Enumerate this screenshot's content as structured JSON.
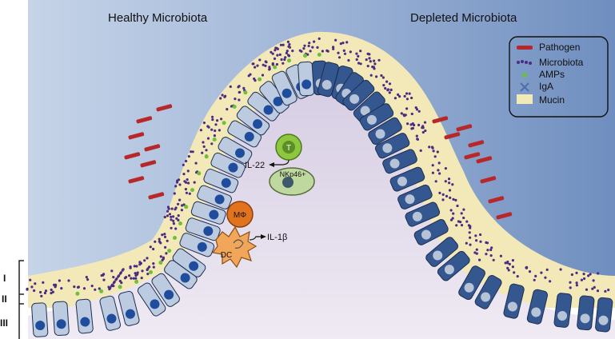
{
  "titles": {
    "left": "Healthy Microbiota",
    "right": "Depleted Microbiota"
  },
  "legend": {
    "items": [
      {
        "icon": "pathogen-icon",
        "label": "Pathogen"
      },
      {
        "icon": "microbiota-icon",
        "label": "Microbiota"
      },
      {
        "icon": "amp-icon",
        "label": "AMPs"
      },
      {
        "icon": "iga-icon",
        "label": "IgA"
      },
      {
        "icon": "mucin-icon",
        "label": "Mucin"
      }
    ]
  },
  "cells": {
    "t_cell": "T",
    "nk_cell": "NKp46+",
    "macrophage": "MΦ",
    "dendritic": "DC",
    "il22": "IL-22",
    "il1b": "IL-1β"
  },
  "layers": [
    "I",
    "II",
    "III"
  ],
  "colors": {
    "background_left": "#a9bedc",
    "background_right": "#7f9bc6",
    "lumen": "#e4dfec",
    "mucin": "#f3e9b8",
    "cell_light": "#bccbe0",
    "cell_dark": "#33558c",
    "nucleus": "#1f4c9c",
    "pathogen": "#b8282b",
    "microbiota": "#4b2c82",
    "amp": "#6fbf3e",
    "iga": "#4b6fa8",
    "macrophage": "#e2731e",
    "t_cell": "#8dc63f"
  }
}
